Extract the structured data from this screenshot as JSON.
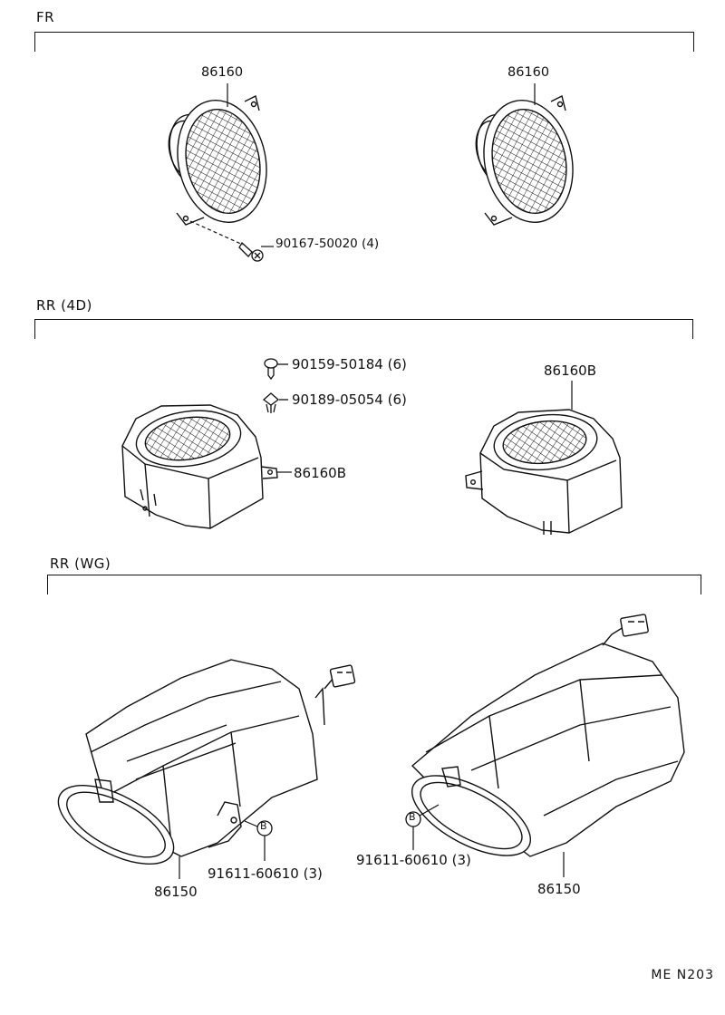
{
  "sections": {
    "fr": {
      "label": "FR"
    },
    "rr4d": {
      "label": "RR (4D)"
    },
    "rrwg": {
      "label": "RR (WG)"
    }
  },
  "parts": {
    "fr_left_speaker": "86160",
    "fr_right_speaker": "86160",
    "fr_screw": "90167-50020 (4)",
    "rr4d_screw": "90159-50184 (6)",
    "rr4d_clip": "90189-05054 (6)",
    "rr4d_left_speaker": "86160B",
    "rr4d_right_speaker": "86160B",
    "rrwg_left_screw": "91611-60610 (3)",
    "rrwg_right_screw": "91611-60610 (3)",
    "rrwg_left_speaker": "86150",
    "rrwg_right_speaker": "86150",
    "marker_b": "B"
  },
  "footer": {
    "code": "ME  N203"
  }
}
